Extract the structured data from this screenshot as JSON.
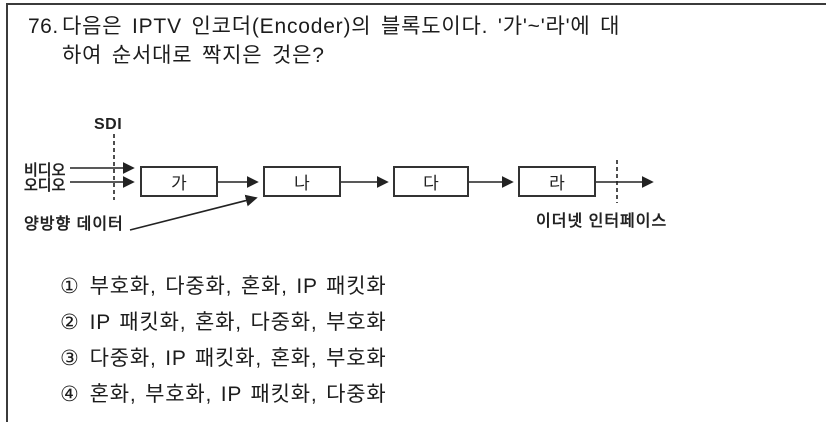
{
  "question": {
    "number": "76.",
    "line1": "다음은 IPTV 인코더(Encoder)의 블록도이다. '가'~'라'에 대",
    "line2": "하여 순서대로 짝지은 것은?"
  },
  "diagram": {
    "sdi": "SDI",
    "video": "비디오",
    "audio": "오디오",
    "boxes": [
      "가",
      "나",
      "다",
      "라"
    ],
    "bidirectional": "양방향 데이터",
    "ethernet": "이더넷 인터페이스"
  },
  "choices": [
    {
      "marker": "①",
      "text": "부호화, 다중화, 혼화, IP 패킷화"
    },
    {
      "marker": "②",
      "text": "IP 패킷화, 혼화, 다중화, 부호화"
    },
    {
      "marker": "③",
      "text": "다중화, IP 패킷화, 혼화, 부호화"
    },
    {
      "marker": "④",
      "text": "혼화, 부호화, IP 패킷화, 다중화"
    }
  ]
}
